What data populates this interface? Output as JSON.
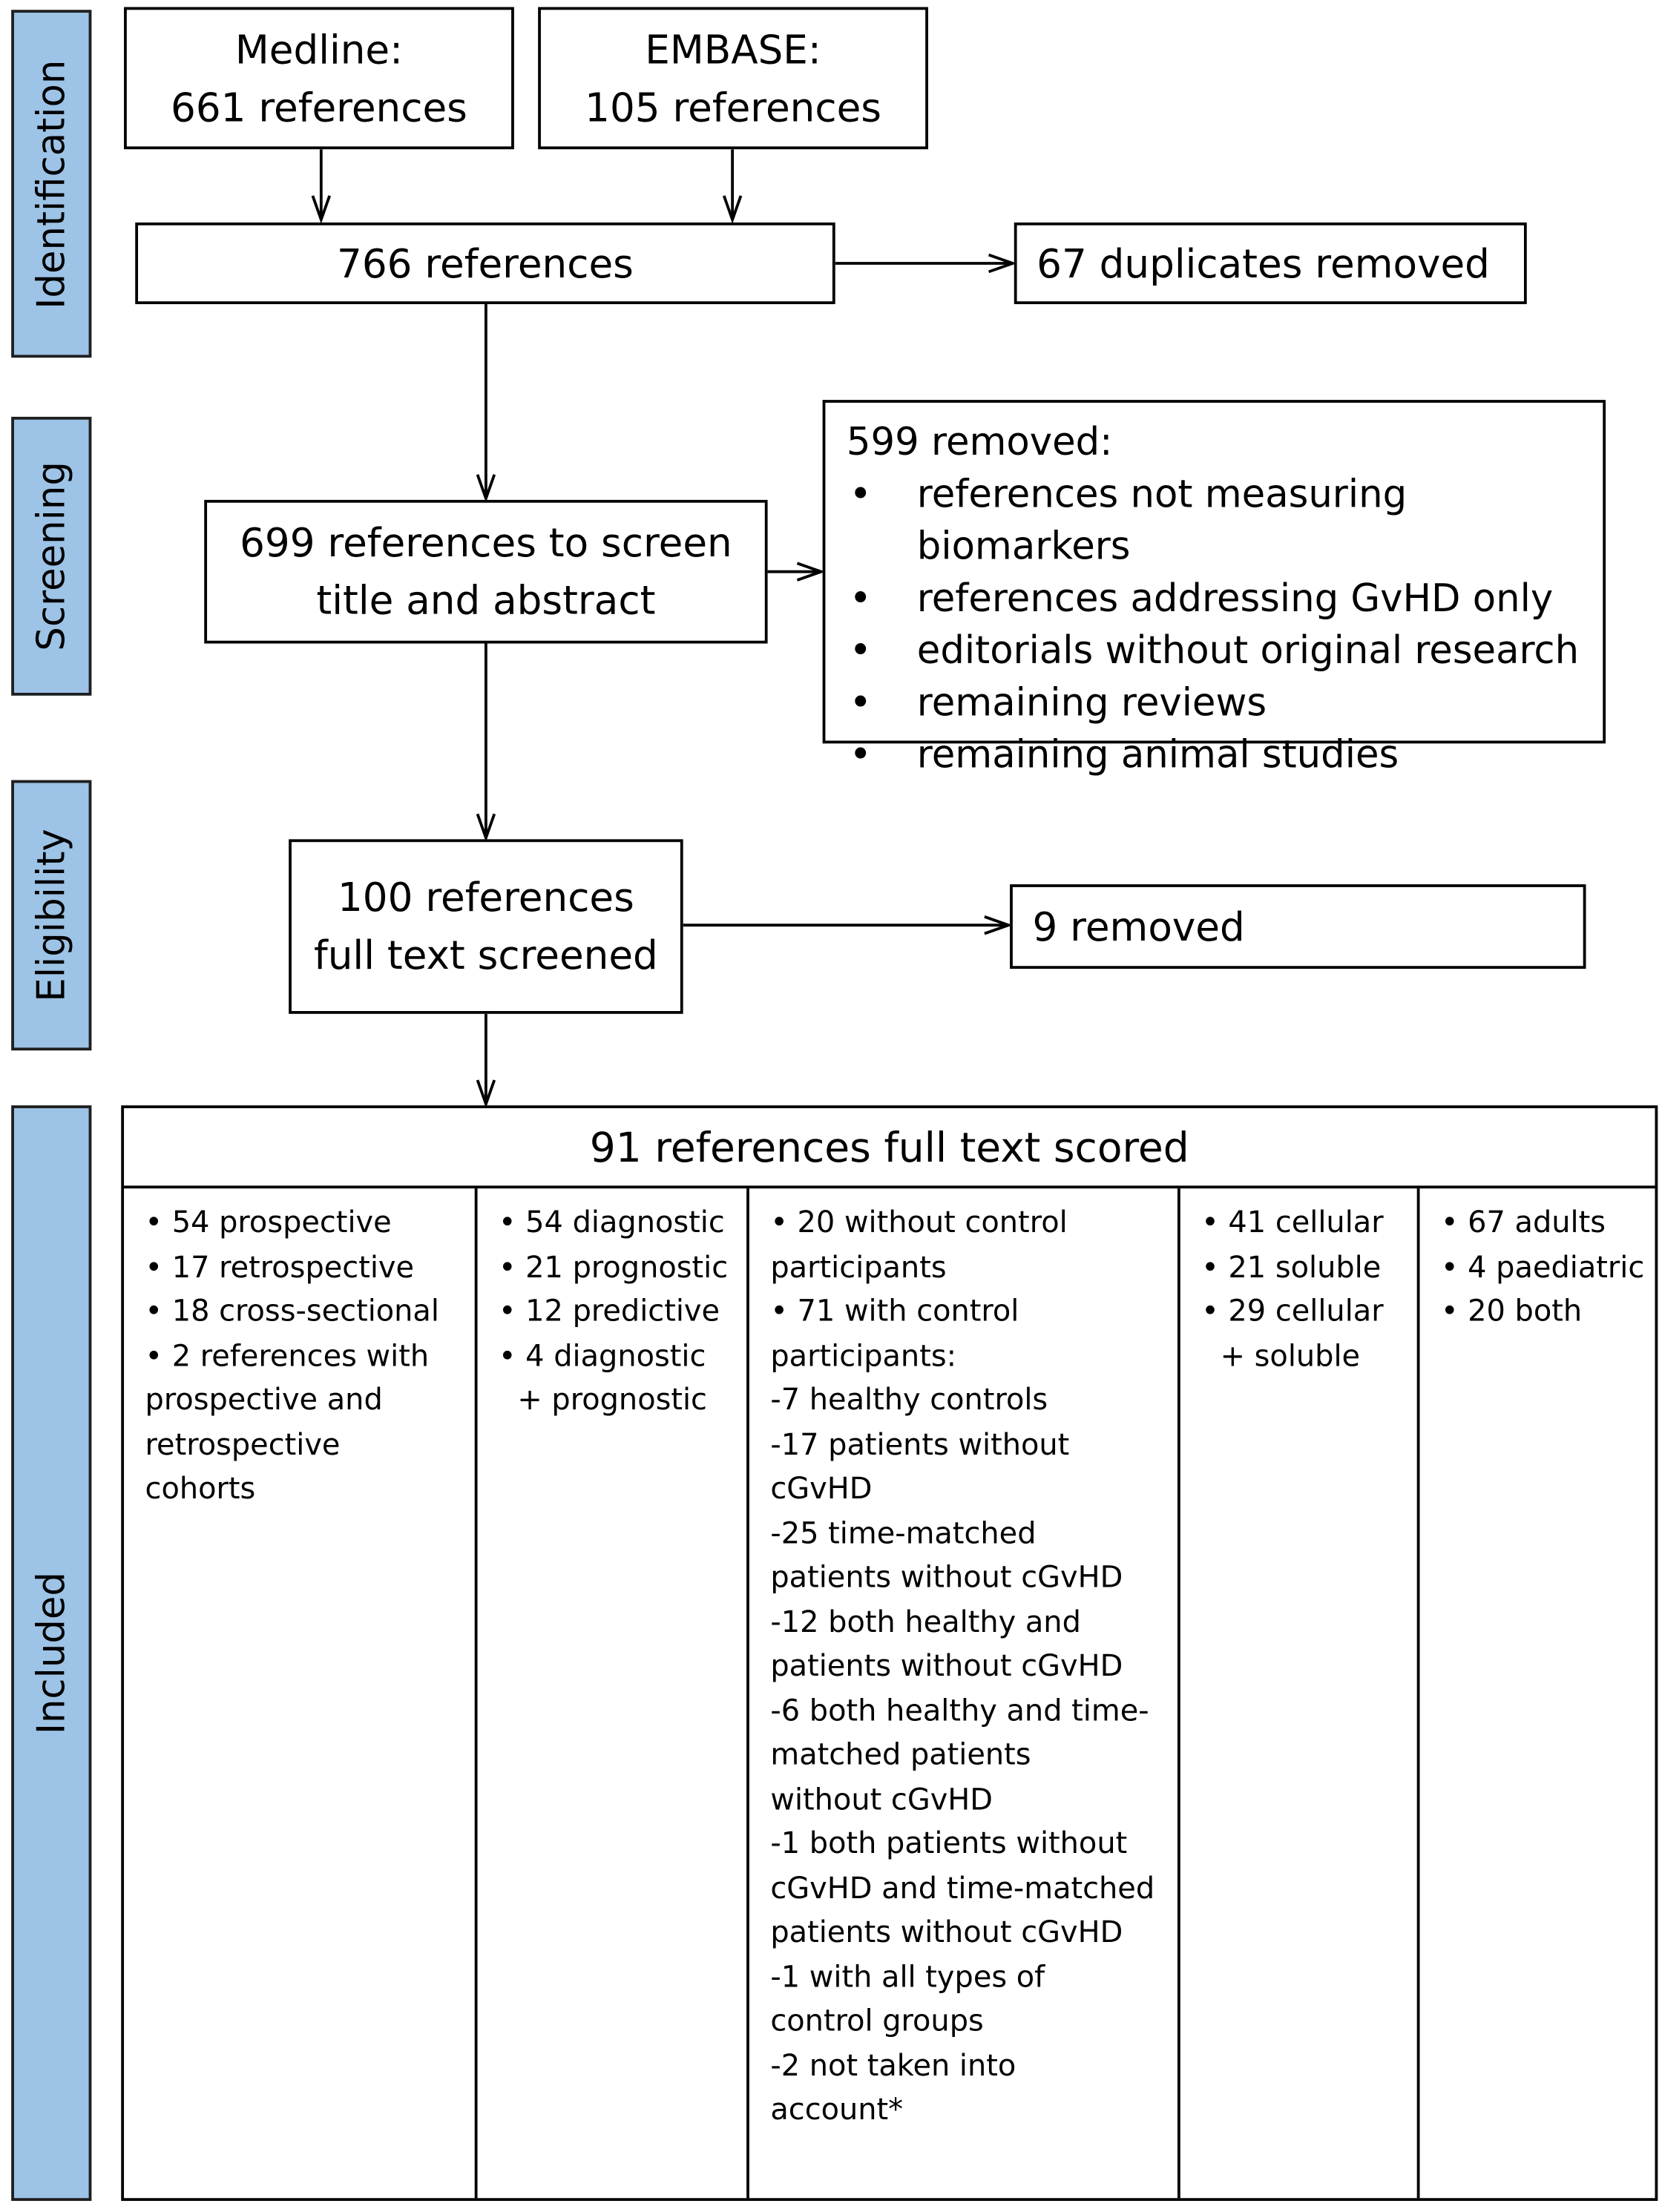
{
  "phases": {
    "identification": "Identification",
    "screening": "Screening",
    "eligibility": "Eligibility",
    "included": "Included"
  },
  "medline": {
    "line1": "Medline:",
    "line2": "661 references"
  },
  "embase": {
    "line1": "EMBASE:",
    "line2": "105 references"
  },
  "combined": "766 references",
  "duplicates": "67 duplicates removed",
  "screen": {
    "line1": "699 references to screen",
    "line2": "title and abstract"
  },
  "screen_removed": {
    "title": "599 removed:",
    "items": [
      "references not measuring biomarkers",
      "references addressing GvHD only",
      "editorials without original research",
      "remaining reviews",
      "remaining animal studies"
    ]
  },
  "fulltext": {
    "line1": "100 references",
    "line2": "full text screened"
  },
  "fulltext_removed": "9 removed",
  "included": {
    "title": "91 references full text scored",
    "design": [
      "• 54 prospective",
      "• 17 retrospective",
      "• 18 cross-sectional",
      "• 2 references with",
      "prospective and",
      "retrospective",
      "cohorts"
    ],
    "purpose": [
      "• 54 diagnostic",
      "• 21 prognostic",
      "• 12 predictive",
      "• 4 diagnostic",
      "  + prognostic"
    ],
    "controls": [
      "• 20 without control",
      "participants",
      "• 71 with control",
      "participants:",
      "-7 healthy controls",
      "-17 patients without",
      "cGvHD",
      "-25 time-matched",
      "patients without cGvHD",
      "-12 both healthy and",
      "patients without cGvHD",
      "-6 both healthy and time-",
      "matched patients",
      "without cGvHD",
      "-1 both patients without",
      "cGvHD and time-matched",
      "patients without cGvHD",
      "-1 with all types of",
      "control groups",
      "-2 not taken into",
      "account*"
    ],
    "biomarker": [
      "• 41 cellular",
      "• 21 soluble",
      "• 29 cellular",
      "  + soluble"
    ],
    "population": [
      "• 67 adults",
      "• 4 paediatric",
      "• 20 both"
    ]
  },
  "colors": {
    "phase_fill": "#9dc3e6",
    "line": "#000000"
  }
}
